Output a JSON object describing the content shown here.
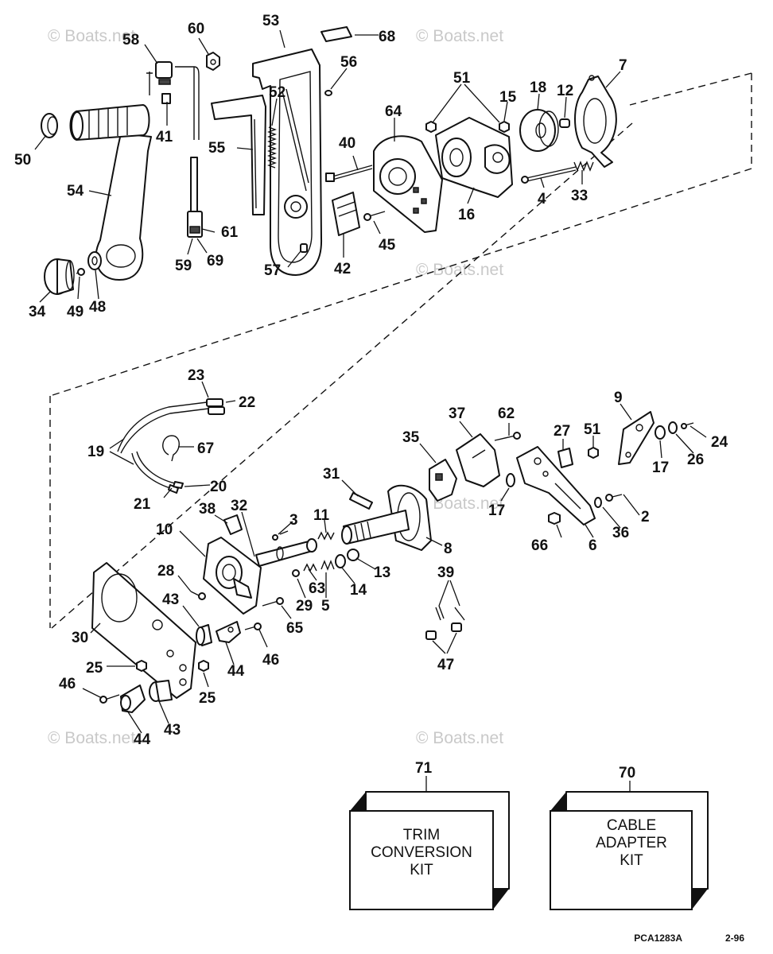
{
  "watermark": "© Boats.net",
  "drawing_code": "PCA1283A",
  "drawing_date": "2-96",
  "callouts": {
    "c50": "50",
    "c58": "58",
    "c41": "41",
    "c60": "60",
    "c54": "54",
    "c34": "34",
    "c49": "49",
    "c48": "48",
    "c61": "61",
    "c59": "59",
    "c69": "69",
    "c53": "53",
    "c52": "52",
    "c55": "55",
    "c56": "56",
    "c57": "57",
    "c68": "68",
    "c40": "40",
    "c64": "64",
    "c42": "42",
    "c45": "45",
    "c51": "51",
    "c15": "15",
    "c18": "18",
    "c12": "12",
    "c7": "7",
    "c16": "16",
    "c4": "4",
    "c33": "33",
    "c23": "23",
    "c22": "22",
    "c19": "19",
    "c67": "67",
    "c20": "20",
    "c21": "21",
    "c38": "38",
    "c32": "32",
    "c10": "10",
    "c3": "3",
    "c11": "11",
    "c31": "31",
    "c35": "35",
    "c37": "37",
    "c62": "62",
    "c27": "27",
    "c51b": "51",
    "c9": "9",
    "c24": "24",
    "c26": "26",
    "c17": "17",
    "c17b": "17",
    "c8": "8",
    "c13": "13",
    "c14": "14",
    "c5": "5",
    "c63": "63",
    "c29": "29",
    "c28": "28",
    "c43": "43",
    "c43b": "43",
    "c30": "30",
    "c44": "44",
    "c44b": "44",
    "c46": "46",
    "c46b": "46",
    "c65": "65",
    "c25": "25",
    "c25b": "25",
    "c39": "39",
    "c47": "47",
    "c2": "2",
    "c36": "36",
    "c6": "6",
    "c66": "66",
    "c71": "71",
    "c70": "70"
  },
  "kits": {
    "trim": {
      "line1": "TRIM",
      "line2": "CONVERSION",
      "line3": "KIT"
    },
    "cable": {
      "line1": "CABLE",
      "line2": "ADAPTER",
      "line3": "KIT"
    }
  }
}
